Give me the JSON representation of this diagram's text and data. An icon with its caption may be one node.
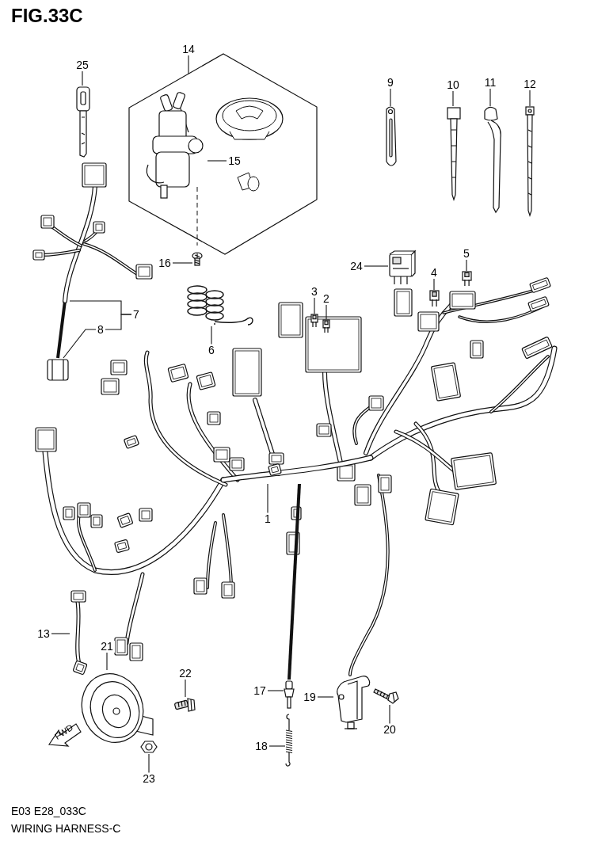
{
  "diagram": {
    "title": "FIG.33C",
    "caption": "WIRING HARNESS-C",
    "nodes": [
      {
        "text": [
          "25"
        ]
      },
      {
        "text": [],
        "shape": "picture"
      },
      {
        "text": [
          "14"
        ]
      },
      {
        "text": [],
        "shape": "hexagon"
      },
      {
        "text": [],
        "shape": "picture",
        "in": 3
      },
      {
        "text": [
          "15"
        ],
        "in": 3
      },
      {
        "text": [],
        "shape": "picture"
      },
      {
        "text": [
          "16"
        ]
      },
      {
        "text": [
          "9"
        ]
      },
      {
        "text": [],
        "shape": "picture"
      },
      {
        "text": [
          "10"
        ]
      },
      {
        "text": [],
        "shape": "picture"
      },
      {
        "text": [
          "11"
        ]
      },
      {
        "text": [],
        "shape": "picture"
      },
      {
        "text": [
          "12"
        ]
      },
      {
        "text": [],
        "shape": "picture"
      },
      {
        "text": [
          "24"
        ]
      },
      {
        "text": [],
        "shape": "picture"
      },
      {
        "text": [
          "5"
        ]
      },
      {
        "text": [],
        "shape": "picture"
      },
      {
        "text": [
          "4"
        ]
      },
      {
        "text": [],
        "shape": "picture"
      },
      {
        "text": [
          "3"
        ]
      },
      {
        "text": [],
        "shape": "picture"
      },
      {
        "text": [
          "2"
        ]
      },
      {
        "text": [],
        "shape": "picture"
      },
      {
        "text": [
          "7"
        ]
      },
      {
        "text": [
          "8"
        ]
      },
      {
        "text": [],
        "shape": "picture"
      },
      {
        "text": [],
        "shape": "picture"
      },
      {
        "text": [
          "6"
        ]
      },
      {
        "text": [],
        "shape": "picture"
      },
      {
        "text": [
          "1"
        ]
      },
      {
        "text": [],
        "shape": "picture"
      },
      {
        "text": [
          "13"
        ]
      },
      {
        "text": [],
        "shape": "picture"
      },
      {
        "text": [
          "21"
        ]
      },
      {
        "text": [],
        "shape": "picture"
      },
      {
        "text": [
          "22"
        ]
      },
      {
        "text": [],
        "shape": "picture"
      },
      {
        "text": [
          "23"
        ]
      },
      {
        "text": [],
        "shape": "picture"
      },
      {
        "text": [
          "17"
        ]
      },
      {
        "text": [],
        "shape": "picture"
      },
      {
        "text": [
          "18"
        ]
      },
      {
        "text": [],
        "shape": "picture"
      },
      {
        "text": [
          "19"
        ]
      },
      {
        "text": [],
        "shape": "picture"
      },
      {
        "text": [
          "20"
        ]
      },
      {
        "text": [],
        "shape": "picture"
      }
    ],
    "edges": [
      {
        "from": 0,
        "to": 1,
        "arrow": "none"
      },
      {
        "from": 2,
        "to": 3,
        "arrow": "none"
      },
      {
        "from": 5,
        "to": 4,
        "arrow": "none"
      },
      {
        "from": 7,
        "to": 6,
        "arrow": "none"
      },
      {
        "from": 8,
        "to": 9,
        "arrow": "none"
      },
      {
        "from": 10,
        "to": 11,
        "arrow": "none"
      },
      {
        "from": 12,
        "to": 13,
        "arrow": "none"
      },
      {
        "from": 14,
        "to": 15,
        "arrow": "none"
      },
      {
        "from": 16,
        "to": 17,
        "arrow": "none"
      },
      {
        "from": 18,
        "to": 19,
        "arrow": "none"
      },
      {
        "from": 20,
        "to": 21,
        "arrow": "none"
      },
      {
        "from": 22,
        "to": 23,
        "arrow": "none"
      },
      {
        "from": 24,
        "to": 25,
        "arrow": "none"
      },
      {
        "from": 26,
        "to": 28,
        "arrow": "none"
      },
      {
        "from": 26,
        "to": 27,
        "arrow": "none"
      },
      {
        "from": 27,
        "to": 29,
        "arrow": "none"
      },
      {
        "from": 30,
        "to": 31,
        "arrow": "none"
      },
      {
        "from": 32,
        "to": 33,
        "arrow": "none"
      },
      {
        "from": 34,
        "to": 35,
        "arrow": "none"
      },
      {
        "from": 36,
        "to": 37,
        "arrow": "none"
      },
      {
        "from": 38,
        "to": 39,
        "arrow": "none"
      },
      {
        "from": 40,
        "to": 41,
        "arrow": "none"
      },
      {
        "from": 42,
        "to": 43,
        "arrow": "none"
      },
      {
        "from": 44,
        "to": 45,
        "arrow": "none"
      },
      {
        "from": 46,
        "to": 47,
        "arrow": "none"
      },
      {
        "from": 48,
        "to": 49,
        "arrow": "none"
      },
      {
        "from": 28,
        "to": 29,
        "arrow": "none",
        "style": "thick"
      },
      {
        "from": 33,
        "to": 43,
        "arrow": "none",
        "style": "thick"
      }
    ],
    "labels": [
      "FWD",
      "E03 E28_033C"
    ]
  }
}
